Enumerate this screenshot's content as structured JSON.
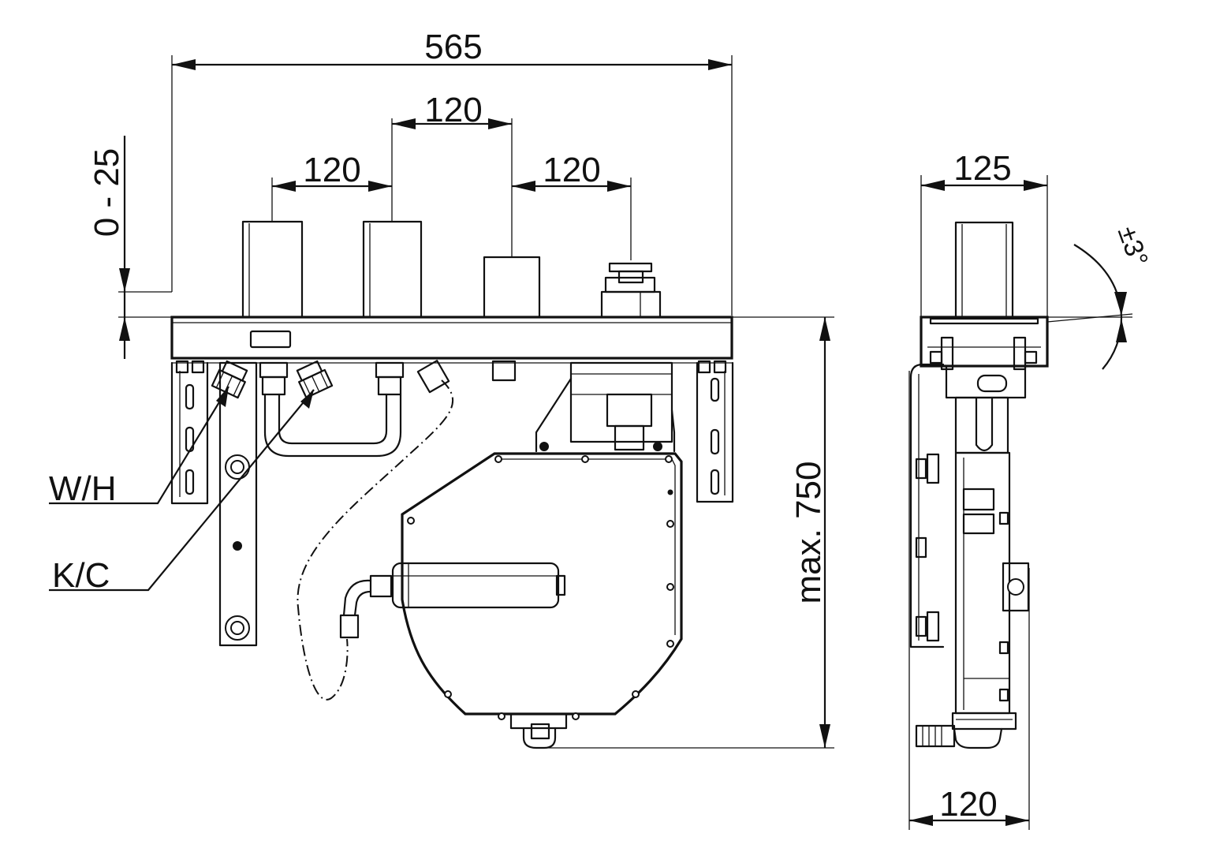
{
  "dimensions": {
    "overall_width": "565",
    "spacing_left": "120",
    "spacing_middle": "120",
    "spacing_right": "120",
    "adjust_range": "0 - 25",
    "max_height": "max. 750",
    "side_top_width": "125",
    "side_bottom_width": "120",
    "tilt_angle": "±3°"
  },
  "labels": {
    "warm": "W/H",
    "cold": "K/C"
  }
}
